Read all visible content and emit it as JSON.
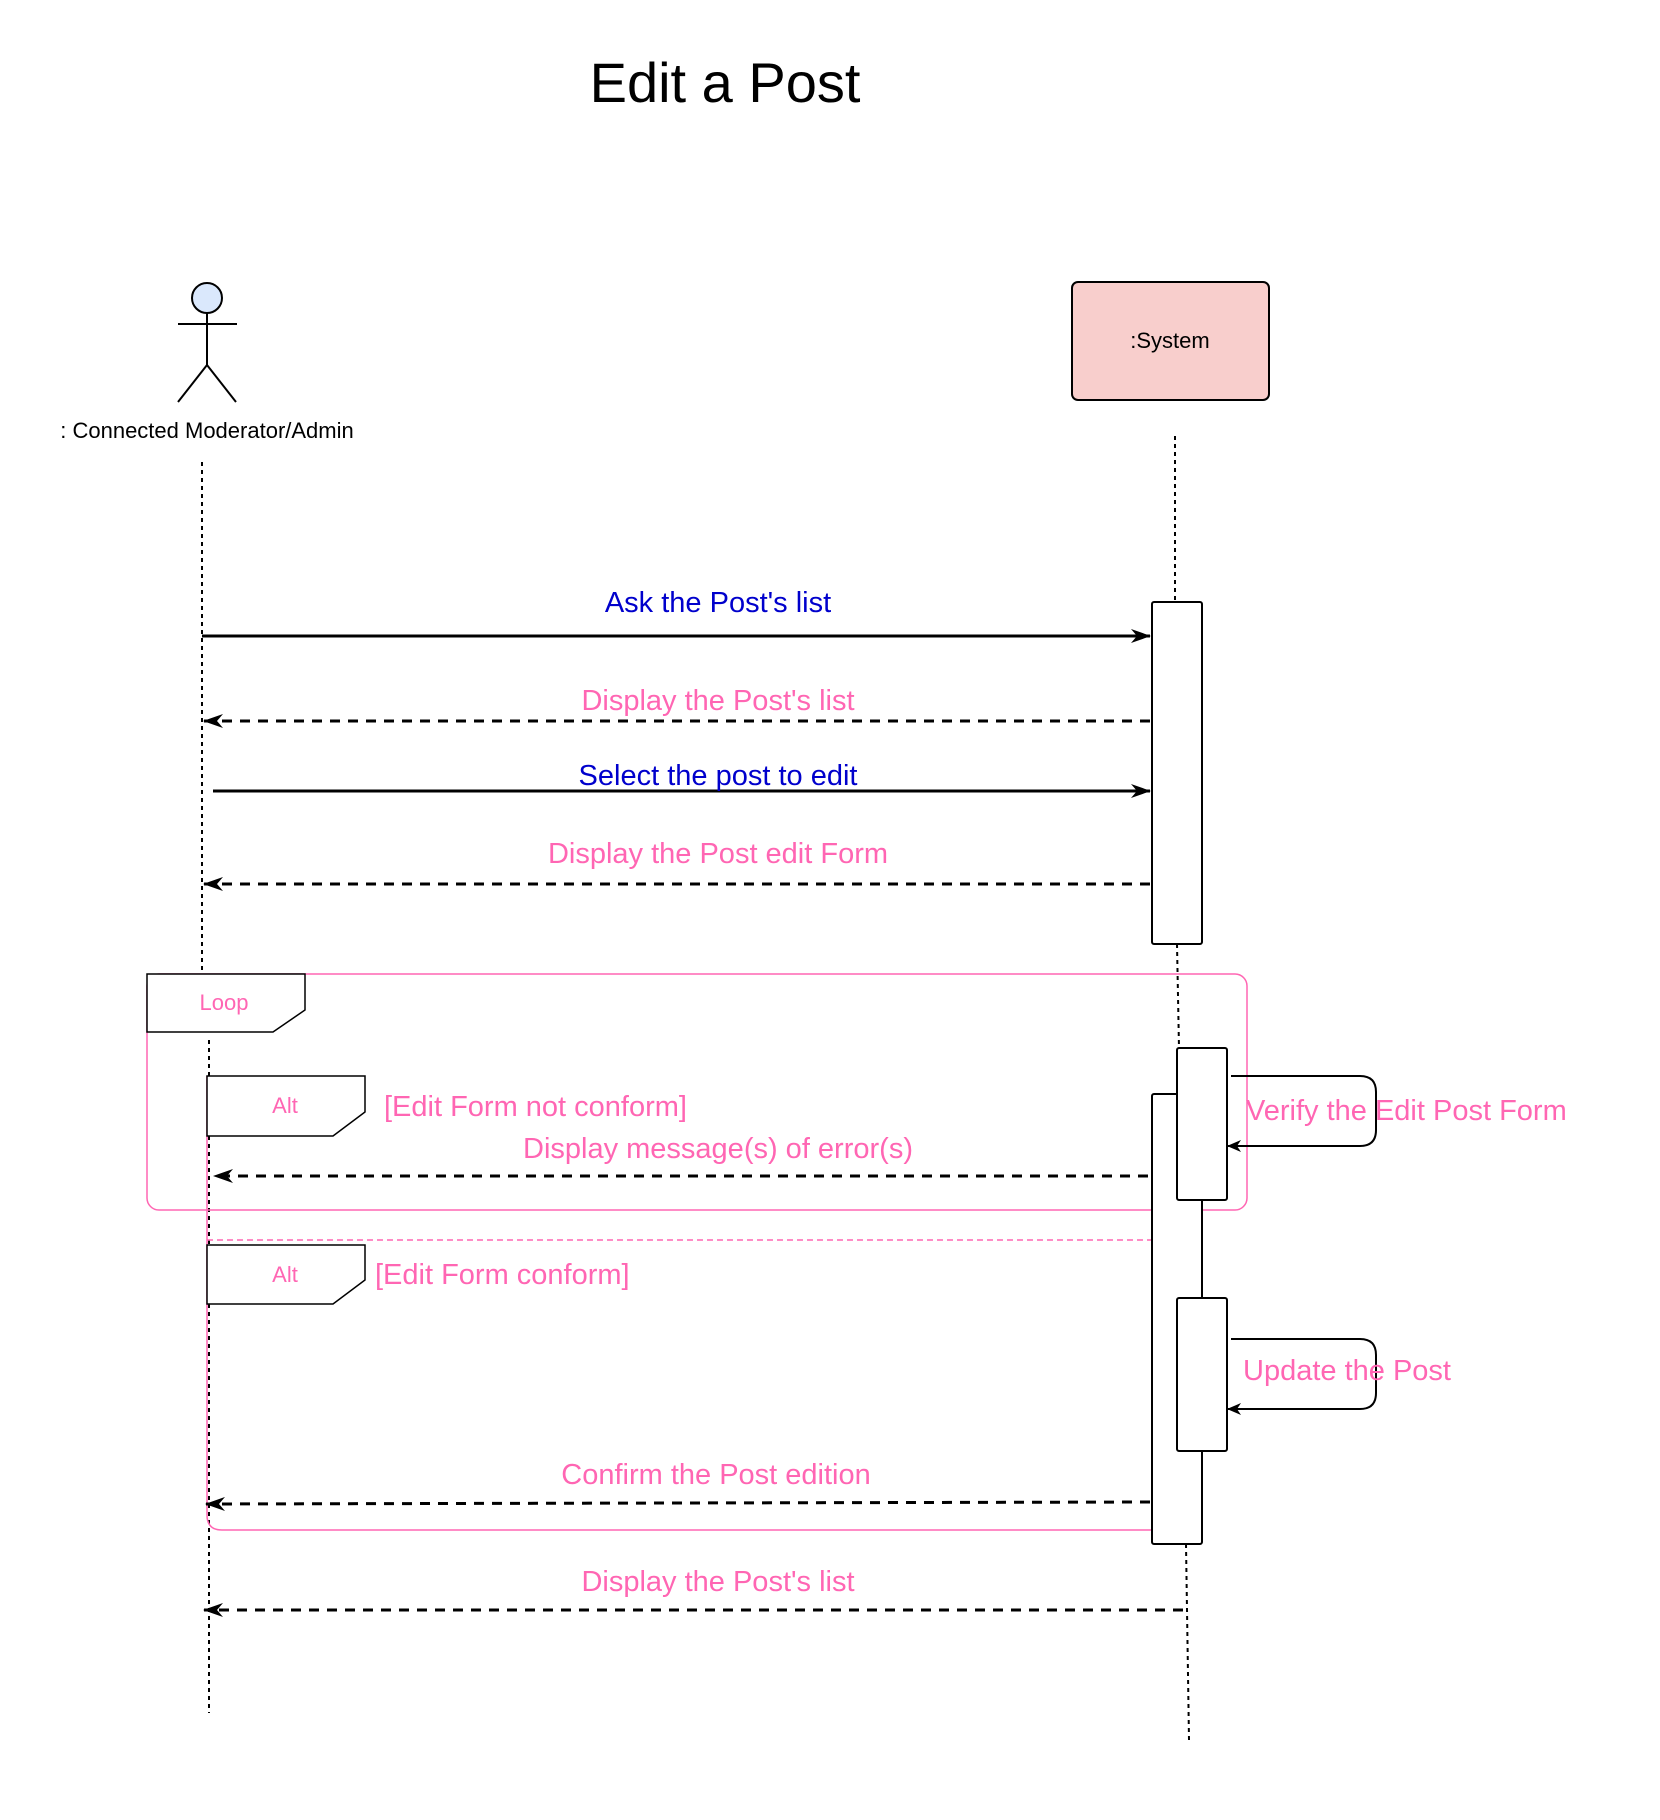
{
  "title": "Edit a Post",
  "actor": {
    "label": ": Connected Moderator/Admin",
    "icon": "stick-figure-actor-icon"
  },
  "system": {
    "label": ":System"
  },
  "colors": {
    "request": "#0000CC",
    "response": "#FF66B3",
    "frame": "#FF66B3",
    "system_fill": "#F8CECC",
    "actor_head": "#DAE8FC",
    "line": "#000000"
  },
  "messages": {
    "m1": "Ask the Post's list",
    "m2": "Display the Post's list",
    "m3": "Select the post to edit",
    "m4": "Display the Post edit Form",
    "m5": "Display message(s) of error(s)",
    "m6": "Confirm the Post edition",
    "m7": "Display the Post's list"
  },
  "self_calls": {
    "verify": "Verify the Edit Post Form",
    "update": "Update the Post"
  },
  "frames": {
    "loop": "Loop",
    "alt1": "Alt",
    "alt2": "Alt",
    "guard1": "[Edit Form not conform]",
    "guard2": "[Edit Form conform]"
  }
}
